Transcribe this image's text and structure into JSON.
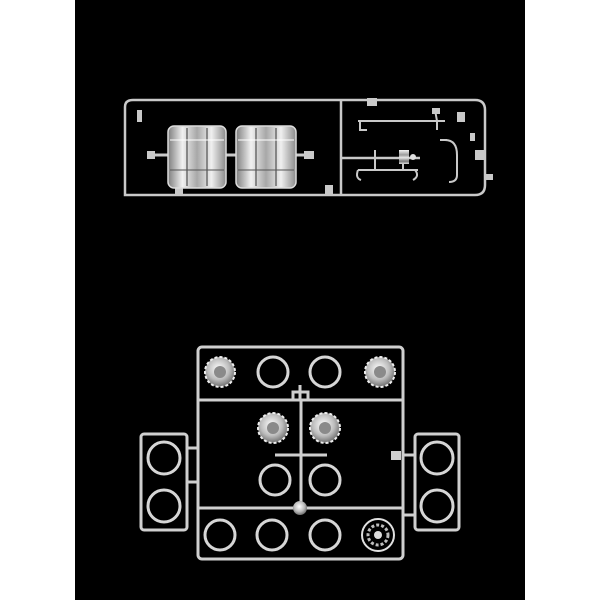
{
  "image": {
    "description_tags": [
      "model-kit-sprue",
      "chrome-parts"
    ],
    "colors": {
      "background": "#000000",
      "margin": "#ffffff",
      "chrome": "#c9c9c9",
      "chrome_dark": "#6a6a6a",
      "chrome_light": "#f2f2f2"
    },
    "sprues": [
      {
        "name": "fuel-tank-sprue",
        "part_count": 10
      },
      {
        "name": "wheel-hub-sprue",
        "part_count": 18
      }
    ]
  }
}
